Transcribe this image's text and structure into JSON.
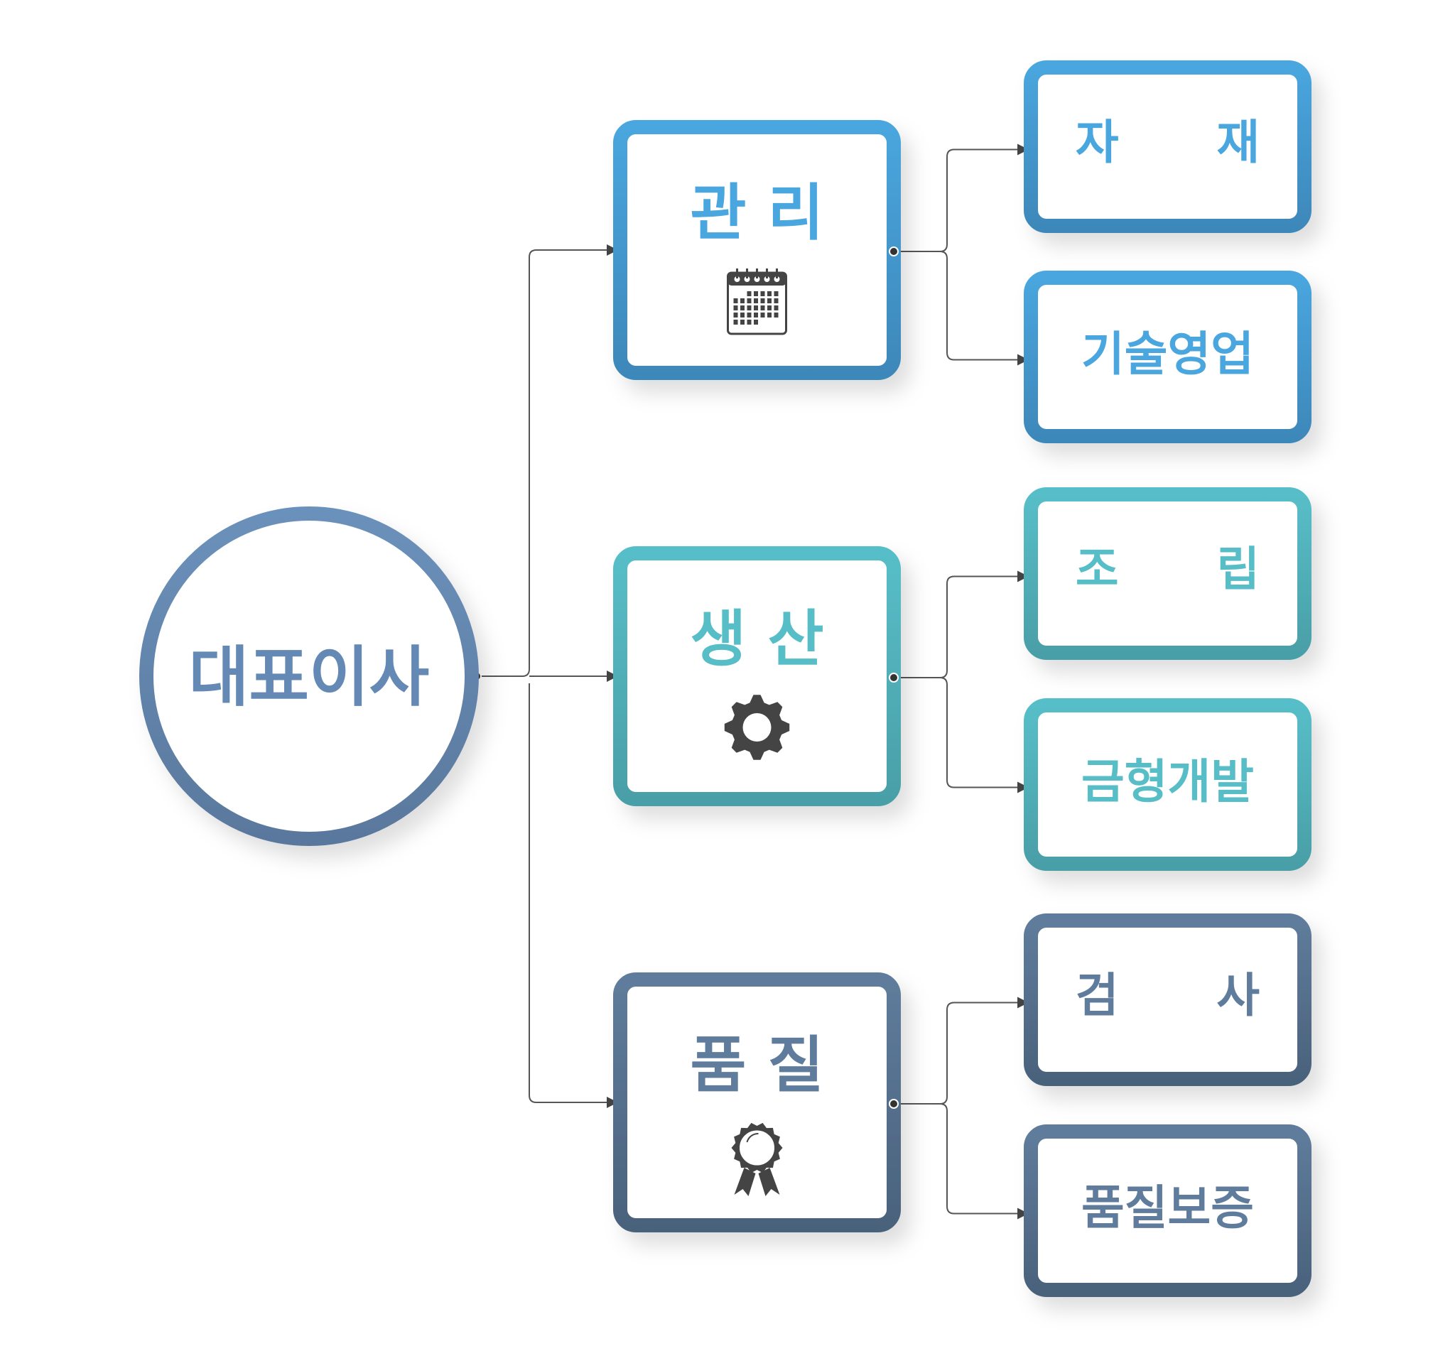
{
  "root": {
    "label": "대표이사",
    "color": "#6489b4"
  },
  "departments": [
    {
      "label": "관 리",
      "icon": "calendar-icon",
      "color_top": "#49a6de",
      "color_bottom": "#3e88ba",
      "children": [
        {
          "label": "자      재"
        },
        {
          "label": "기술영업"
        }
      ]
    },
    {
      "label": "생 산",
      "icon": "gear-icon",
      "color_top": "#57bec8",
      "color_bottom": "#4a9fa7",
      "children": [
        {
          "label": "조      립"
        },
        {
          "label": "금형개발"
        }
      ]
    },
    {
      "label": "품 질",
      "icon": "award-icon",
      "color_top": "#5f7c9c",
      "color_bottom": "#4a627c",
      "children": [
        {
          "label": "검      사"
        },
        {
          "label": "품질보증"
        }
      ]
    }
  ]
}
